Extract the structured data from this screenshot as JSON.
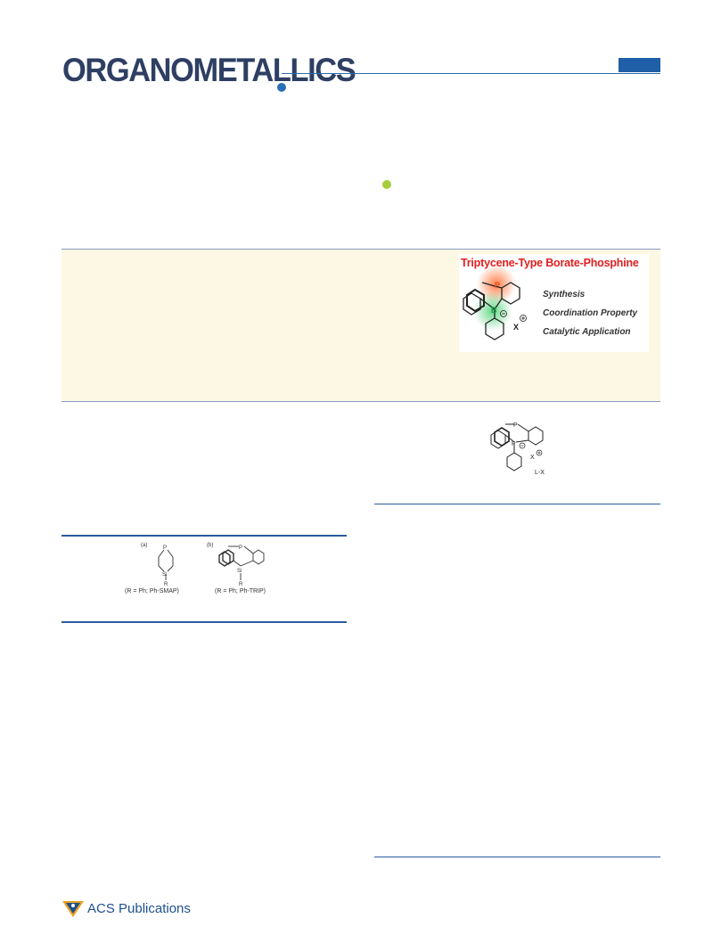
{
  "journal": {
    "name": "ORGANOMETALLICS",
    "brand_color": "#2e3f63",
    "accent_color": "#1f5fa8"
  },
  "toc_graphic": {
    "title": "Triptycene-Type Borate-Phosphine",
    "items": [
      "Synthesis",
      "Coordination Property",
      "Catalytic Application"
    ],
    "atom_p": "P",
    "atom_b": "B",
    "counterion": "X",
    "title_color": "#e02020"
  },
  "scheme_right": {
    "atom_p_top": "P",
    "atom_p_mid": "P",
    "counterion": "X",
    "ligand_label": "L-X"
  },
  "figure_left": {
    "label_a": "(a)",
    "label_b": "(b)",
    "atom_p": "P",
    "atom_si": "Si",
    "atom_r": "R",
    "caption_a": "(R = Ph; Ph-SMAP)",
    "caption_b": "(R = Ph; Ph-TRIP)"
  },
  "footer": {
    "publisher": "ACS Publications"
  }
}
